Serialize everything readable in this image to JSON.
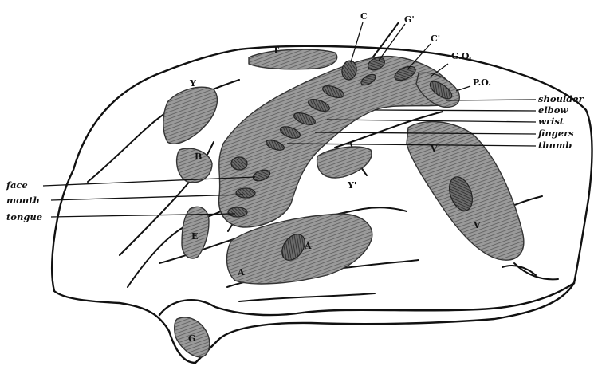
{
  "region_labels": {
    "T": "T",
    "C": "C",
    "G1": "G'",
    "C1": "C'",
    "GO": "G.O.",
    "PO": "P.O.",
    "Y": "Y",
    "B": "B",
    "Y1": "Y'",
    "V": "V",
    "V2": "V",
    "E": "E",
    "A": "A",
    "A2": "A",
    "G": "G"
  },
  "right_labels": {
    "shoulder": "shoulder",
    "elbow": "elbow",
    "wrist": "wrist",
    "fingers": "fingers",
    "thumb": "thumb"
  },
  "left_labels": {
    "face": "face",
    "mouth": "mouth",
    "tongue": "tongue"
  },
  "colors": {
    "ink": "#111111",
    "hatch": "#8a8a8a",
    "paper": "#ffffff"
  }
}
